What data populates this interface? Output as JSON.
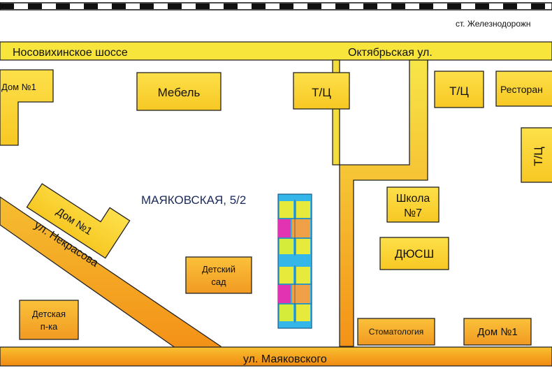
{
  "colors": {
    "road_light": "#f7e94a",
    "road_dark": "#f38c14",
    "building_yellow": "#fbd62a",
    "building_orange": "#f5a42a",
    "outline": "#222222",
    "title": "#1a2a5a"
  },
  "railway": {
    "station_label": "ст. Железнодорожн"
  },
  "roads": {
    "nosovikhinskoe": "Носовихинское шоссе",
    "oktyabrskaya": "Октябрьская ул.",
    "nekrasova": "ул. Некрасова",
    "mayakovskogo": "ул. Маяковского"
  },
  "highlight": {
    "title": "МАЯКОВСКАЯ, 5/2"
  },
  "buildings": {
    "dom1_top_left": "Дом №1",
    "mebel": "Мебель",
    "tc_center": "Т/Ц",
    "tc_right": "Т/Ц",
    "restaurant": "Ресторан",
    "tc_vertical": "Т/Ц",
    "dom1_rotated": "Дом №1",
    "school_line1": "Школа",
    "school_line2": "№7",
    "dyussh": "ДЮСШ",
    "kindergarten_line1": "Детский",
    "kindergarten_line2": "сад",
    "playground_line1": "Детская",
    "playground_line2": "п-ка",
    "dentistry": "Стоматология",
    "dom1_bottom_right": "Дом №1"
  }
}
